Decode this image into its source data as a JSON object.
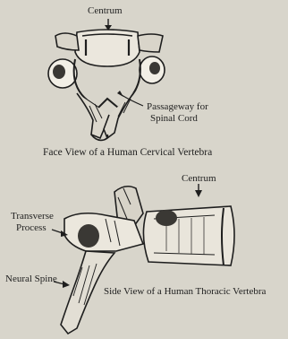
{
  "figure_top": {
    "label_centrum": "Centrum",
    "label_passageway_line1": "Passageway for",
    "label_passageway_line2": "Spinal Cord",
    "caption": "Face View of a Human Cervical Vertebra"
  },
  "figure_bottom": {
    "label_centrum": "Centrum",
    "label_transverse_line1": "Transverse",
    "label_transverse_line2": "Process",
    "label_neural_spine": "Neural Spine",
    "caption": "Side View of a Human Thoracic Vertebra"
  }
}
